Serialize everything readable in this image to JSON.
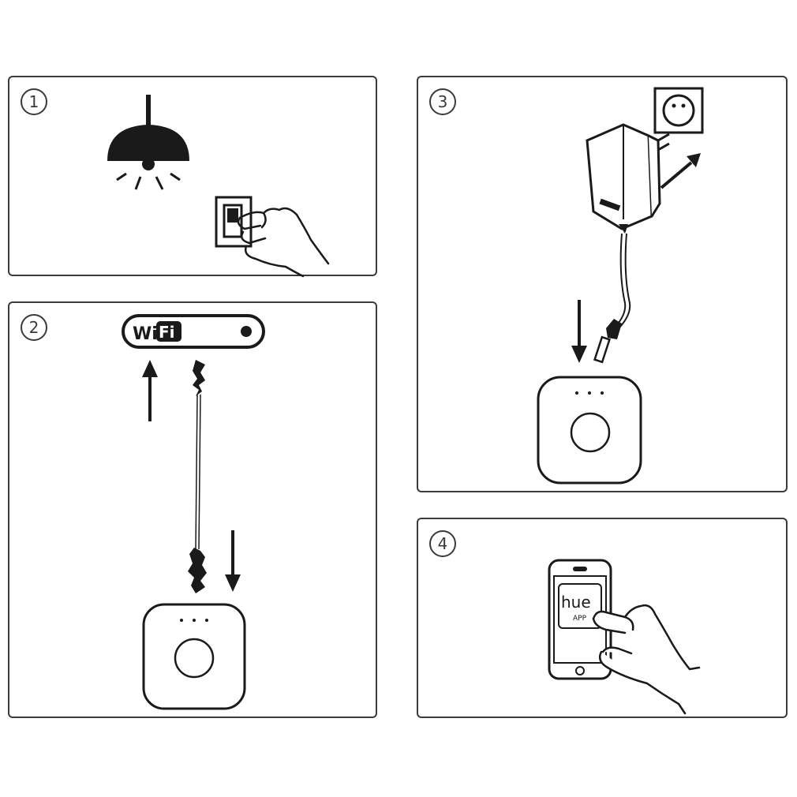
{
  "steps": [
    {
      "number": "1"
    },
    {
      "number": "2"
    },
    {
      "number": "3"
    },
    {
      "number": "4"
    }
  ],
  "wifi": {
    "label_wi": "Wi",
    "label_fi": "Fi"
  },
  "app": {
    "name": "hue",
    "tag": "APP"
  },
  "colors": {
    "ink": "#1a1a1a",
    "stroke": "#3a3a3a",
    "background": "#ffffff"
  }
}
